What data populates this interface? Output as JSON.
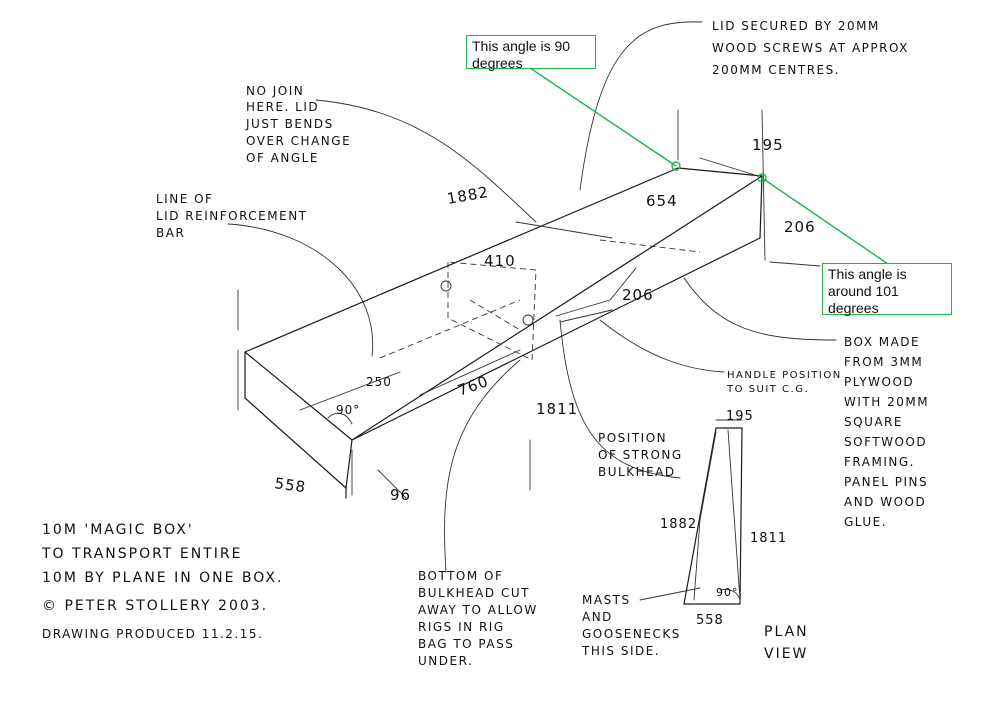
{
  "callouts": {
    "angle_90": "This angle is 90 degrees",
    "angle_101": "This angle is around 101 degrees"
  },
  "notes": {
    "lid_secured": [
      "LID SECURED BY 20MM",
      "WOOD SCREWS AT APPROX",
      "200MM CENTRES."
    ],
    "no_join": [
      "NO JOIN",
      "HERE. LID",
      "JUST BENDS",
      "OVER CHANGE",
      "OF ANGLE"
    ],
    "line_of_lid": [
      "LINE OF",
      "LID REINFORCEMENT",
      "BAR"
    ],
    "box_made": [
      "BOX MADE",
      "FROM 3MM",
      "PLYWOOD",
      "WITH 20MM",
      "SQUARE",
      "SOFTWOOD",
      "FRAMING.",
      "PANEL PINS",
      "AND WOOD",
      "GLUE."
    ],
    "handle_position": [
      "HANDLE POSITION",
      "TO SUIT C.G."
    ],
    "strong_bulkhead": [
      "POSITION",
      "OF STRONG",
      "BULKHEAD"
    ],
    "bottom_bulkhead": [
      "BOTTOM OF",
      "BULKHEAD CUT",
      "AWAY TO ALLOW",
      "RIGS IN RIG",
      "BAG TO PASS",
      "UNDER."
    ],
    "masts": [
      "MASTS",
      "AND",
      "GOOSENECKS",
      "THIS SIDE."
    ],
    "plan_view": [
      "PLAN",
      "VIEW"
    ]
  },
  "title_block": {
    "line1": "10M 'MAGIC BOX'",
    "line2": "TO TRANSPORT ENTIRE",
    "line3": "10M BY PLANE IN ONE BOX.",
    "copyright": "© PETER STOLLERY 2003.",
    "produced": "DRAWING PRODUCED 11.2.15."
  },
  "dimensions": {
    "length_top": "1882",
    "length_bottom": "1811",
    "width_end": "195",
    "height_end": "206",
    "width_front": "558",
    "height_front": "96",
    "lid_section": "654",
    "bulkhead_width": "410",
    "handle_height": "206",
    "bar_offset": "250",
    "bulkhead_offset": "760",
    "front_angle": "90°",
    "plan_width_top": "195",
    "plan_length_left": "1882",
    "plan_length_right": "1811",
    "plan_width_bottom": "558",
    "plan_angle": "90°"
  }
}
